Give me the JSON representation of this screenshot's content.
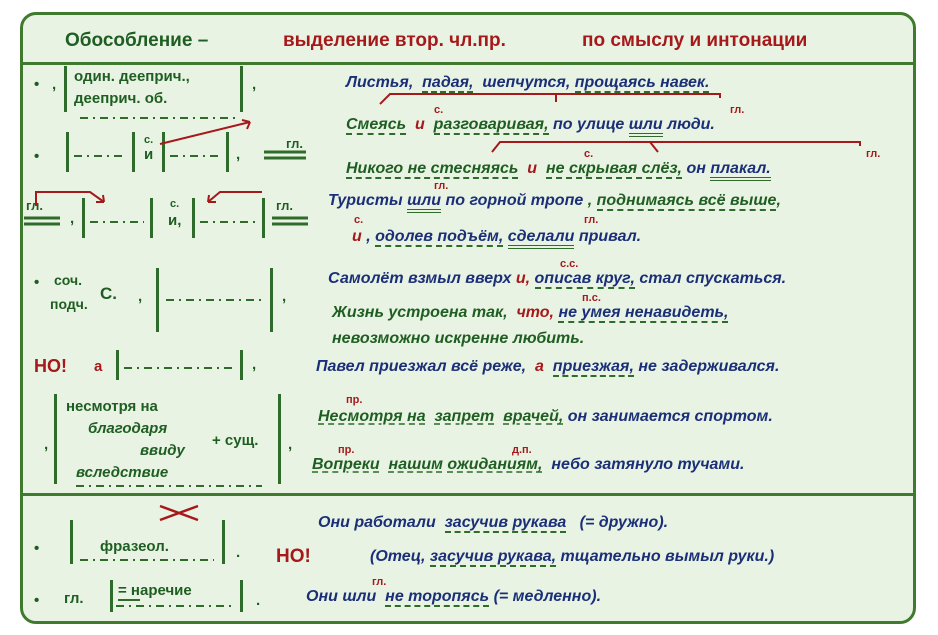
{
  "title": {
    "part1": "Обособление –",
    "part2": "выделение втор. чл.пр.",
    "part3": "по смыслу и интонации"
  },
  "schemes": {
    "s1_line1": "один. дееприч.,",
    "s1_line2": "дееприч. об.",
    "bullet": "•",
    "comma": ",",
    "gl": "гл.",
    "c": "с.",
    "i": "и",
    "i_comma": "и,",
    "soch": "соч.",
    "podch": "подч.",
    "C": "С.",
    "no": "НО!",
    "a": "а",
    "prep1": "несмотря на",
    "prep2": "благодаря",
    "prep3": "ввиду",
    "prep4": "вследствие",
    "plus_noun": "+ сущ.",
    "frazeol": "фразеол.",
    "narechie": "= наречие",
    "dot": "."
  },
  "examples": {
    "e1": {
      "w1": "Листья,",
      "w2": "падая,",
      "w3": "шепчутся,",
      "w4": "прощаясь навек."
    },
    "e2": {
      "w1": "Смеясь",
      "w2": "и",
      "w3": "разговаривая,",
      "w4": "по улице",
      "w5": "шли",
      "w6": "люди.",
      "lbl_c": "с.",
      "lbl_gl": "гл."
    },
    "e3": {
      "w1": "Никого не стесняясь",
      "w2": "и",
      "w3": "не скрывая слёз,",
      "w4": "он",
      "w5": "плакал.",
      "lbl_c": "с.",
      "lbl_gl": "гл."
    },
    "e4": {
      "w1": "Туристы",
      "w2": "шли",
      "w3": "по горной тропе",
      "w4": ",",
      "w5": "поднимаясь всё выше",
      "w6": ",",
      "lbl_gl": "гл."
    },
    "e5": {
      "w1": "и",
      "w2": ",",
      "w3": "одолев подъём,",
      "w4": "сделали",
      "w5": "привал.",
      "lbl_c": "с.",
      "lbl_gl": "гл."
    },
    "e6": {
      "w1": "Самолёт взмыл вверх",
      "w2": "и,",
      "w3": "описав круг,",
      "w4": "стал спускаться.",
      "lbl": "с.с."
    },
    "e7": {
      "w1": "Жизнь устроена так,",
      "w2": "что,",
      "w3": "не умея ненавидеть,",
      "lbl": "п.с."
    },
    "e8": {
      "w1": "невозможно искренне любить."
    },
    "e9": {
      "w1": "Павел приезжал всё реже,",
      "w2": "а",
      "w3": "приезжая,",
      "w4": "не задерживался."
    },
    "e10": {
      "w1": "Несмотря на",
      "w2": "запрет",
      "w3": "врачей,",
      "w4": "он занимается спортом.",
      "lbl": "пр."
    },
    "e11": {
      "w1": "Вопреки",
      "w2": "нашим",
      "w3": "ожиданиям,",
      "w4": "небо затянуло тучами.",
      "lbl_pr": "пр.",
      "lbl_dp": "д.п."
    },
    "e12": {
      "w1": "Они работали",
      "w2": "засучив рукава",
      "w3": "(= дружно)."
    },
    "e13": {
      "no": "НО!",
      "w1": "(Отец,",
      "w2": "засучив рукава,",
      "w3": "тщательно вымыл руки.)"
    },
    "e14": {
      "w1": "Они шли",
      "w2": "не торопясь",
      "w3": "(= медленно).",
      "lbl": "гл."
    }
  }
}
